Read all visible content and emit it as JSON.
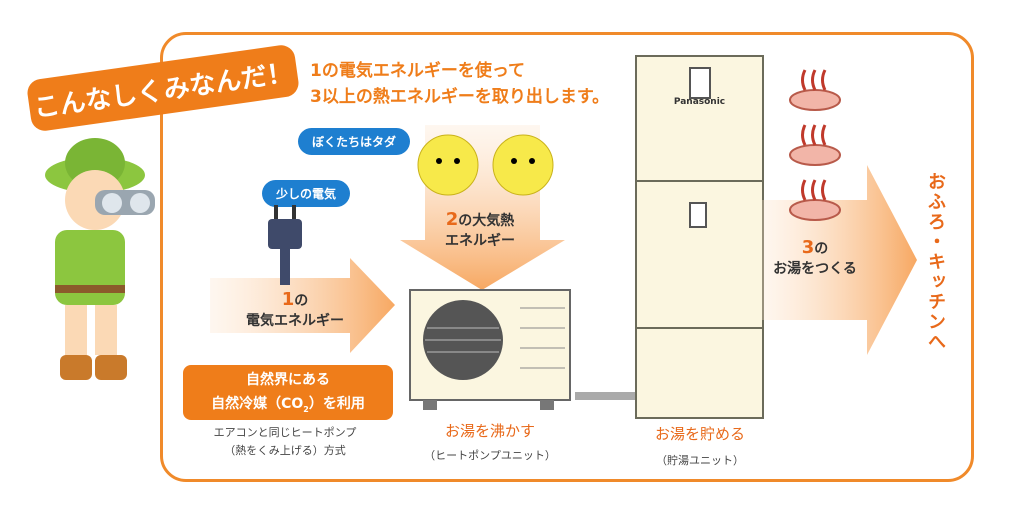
{
  "catchphrase": "こんなしくみなんだ！",
  "headline": {
    "line1": "1の電気エネルギーを使って",
    "line2": "3以上の熱エネルギーを取り出します。"
  },
  "bubbles": {
    "electricity": "少しの電気",
    "free": "ぼくたちはタダ"
  },
  "step1": {
    "num": "1",
    "num_suffix": "の",
    "label": "電気エネルギー"
  },
  "step2": {
    "num": "2",
    "num_suffix": "の大気熱",
    "label": "エネルギー"
  },
  "step3": {
    "num": "3",
    "num_suffix": "の",
    "label": "お湯をつくる"
  },
  "natural_refrigerant": {
    "line1": "自然界にある",
    "line2_pre": "自然冷媒（CO",
    "line2_sub": "2",
    "line2_post": "）を利用"
  },
  "heatpump_note": {
    "line1": "エアコンと同じヒートポンプ",
    "line2": "（熱をくみ上げる）方式"
  },
  "heatpump": {
    "caption": "お湯を沸かす",
    "sub": "（ヒートポンプユニット）"
  },
  "tank": {
    "brand": "Panasonic",
    "caption": "お湯を貯める",
    "sub": "（貯湯ユニット）"
  },
  "destination": "おふろ・キッチンへ"
}
